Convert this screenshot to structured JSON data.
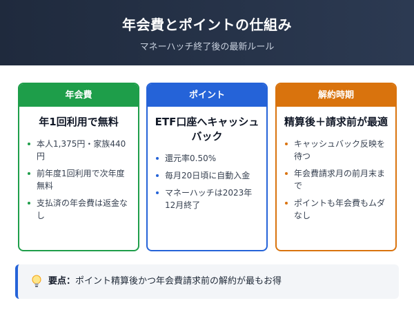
{
  "header": {
    "title": "年会費とポイントの仕組み",
    "subtitle": "マネーハッチ終了後の最新ルール"
  },
  "cards": [
    {
      "label": "年会費",
      "title": "年1回利用で無料",
      "items": [
        "本人1,375円・家族440円",
        "前年度1回利用で次年度無料",
        "支払済の年会費は返金なし"
      ]
    },
    {
      "label": "ポイント",
      "title": "ETF口座へキャッシュバック",
      "items": [
        "還元率0.50%",
        "毎月20日頃に自動入金",
        "マネーハッチは2023年12月終了"
      ]
    },
    {
      "label": "解約時期",
      "title": "精算後＋請求前が最適",
      "items": [
        "キャッシュバック反映を待つ",
        "年会費請求月の前月末まで",
        "ポイントも年会費もムダなし"
      ]
    }
  ],
  "note": {
    "icon": "lightbulb-icon",
    "label": "要点：",
    "text": "ポイント精算後かつ年会費請求前の解約が最もお得"
  },
  "colors": {
    "header_bg": "#1f2a3d",
    "green": "#1e9e4a",
    "blue": "#2563d8",
    "orange": "#d9730d"
  }
}
